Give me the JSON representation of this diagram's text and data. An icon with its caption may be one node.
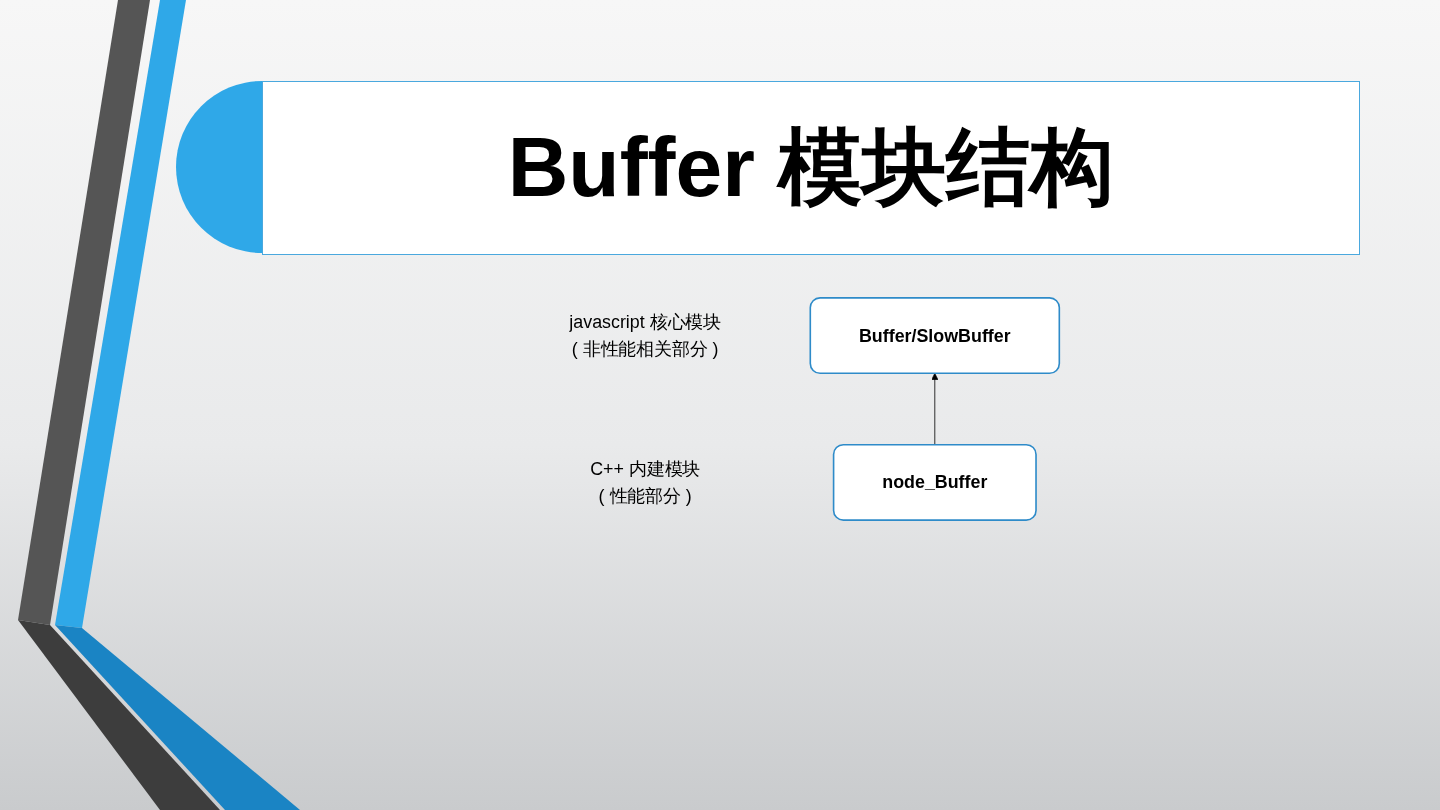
{
  "diagram": {
    "title": "Buffer 模块结构",
    "nodes": [
      {
        "text": [
          "Buffer/SlowBuffer"
        ],
        "beside": [
          "javascript 核心模块",
          "( 非性能相关部分 )"
        ]
      },
      {
        "text": [
          "node_Buffer"
        ],
        "beside": [
          "C++ 内建模块",
          "( 性能部分 )"
        ]
      }
    ],
    "edges": [
      {
        "from": 1,
        "to": 0,
        "arrow": "to"
      }
    ]
  }
}
